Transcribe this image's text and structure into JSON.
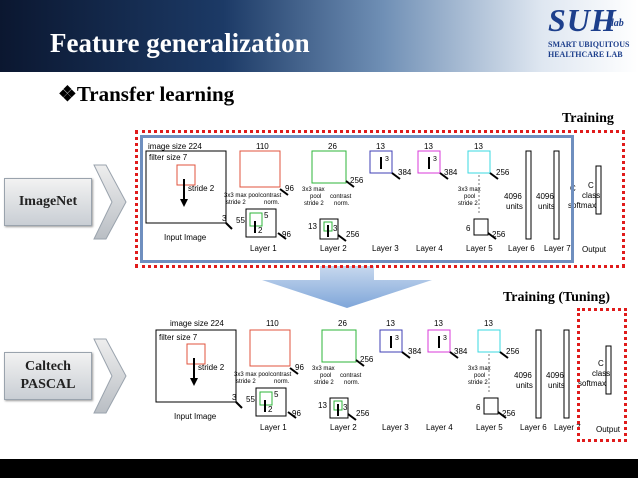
{
  "slide": {
    "title": "Feature generalization",
    "bullet_marker": "❖",
    "bullet_text": "Transfer learning"
  },
  "logo": {
    "mark": "SUH",
    "lab": "lab",
    "line1": "SMART UBIQUITOUS",
    "line2": "HEALTHCARE LAB"
  },
  "top": {
    "right_label": "Training",
    "side_label": "ImageNet"
  },
  "bottom": {
    "right_label": "Training (Tuning)",
    "side_label_line1": "Caltech",
    "side_label_line2": "PASCAL"
  },
  "network": {
    "image_size": "image size 224",
    "filter_size": "filter size 7",
    "stride2": "stride 2",
    "input_label": "Input Image",
    "num_3": "3",
    "num_96": "96",
    "num_110": "110",
    "num_55": "55",
    "num_5": "5",
    "num_2": "2",
    "maxpool1": "3x3 max pool",
    "maxpool1b": "stride 2",
    "contrast1": "contrast",
    "contrast1b": "norm.",
    "layer1": "Layer 1",
    "num_26": "26",
    "num_256": "256",
    "maxpool2": "3x3 max",
    "maxpool2b": "pool",
    "maxpool2c": "stride 2",
    "contrast2": "contrast",
    "contrast2b": "norm.",
    "num_13": "13",
    "num_1": "1",
    "layer2": "Layer 2",
    "num_384": "384",
    "layer3": "Layer 3",
    "layer4": "Layer 4",
    "num_6": "6",
    "maxpool5": "3x3 max",
    "maxpool5b": "pool",
    "maxpool5c": "stride 2",
    "layer5": "Layer 5",
    "num_4096": "4096",
    "units": "units",
    "layer6": "Layer 6",
    "layer7": "Layer 7",
    "c": "C",
    "class": "class",
    "softmax": "softmax",
    "output": "Output"
  },
  "colors": {
    "layer1": "#e0533c",
    "green": "#2db53a",
    "layer3": "#3f3fb5",
    "layer4": "#d83ad8",
    "layer5": "#3ad8e0",
    "red_dash": "#e01b1b",
    "blue_frame": "#6f8fbf",
    "arrow": "#7fa6d9"
  }
}
